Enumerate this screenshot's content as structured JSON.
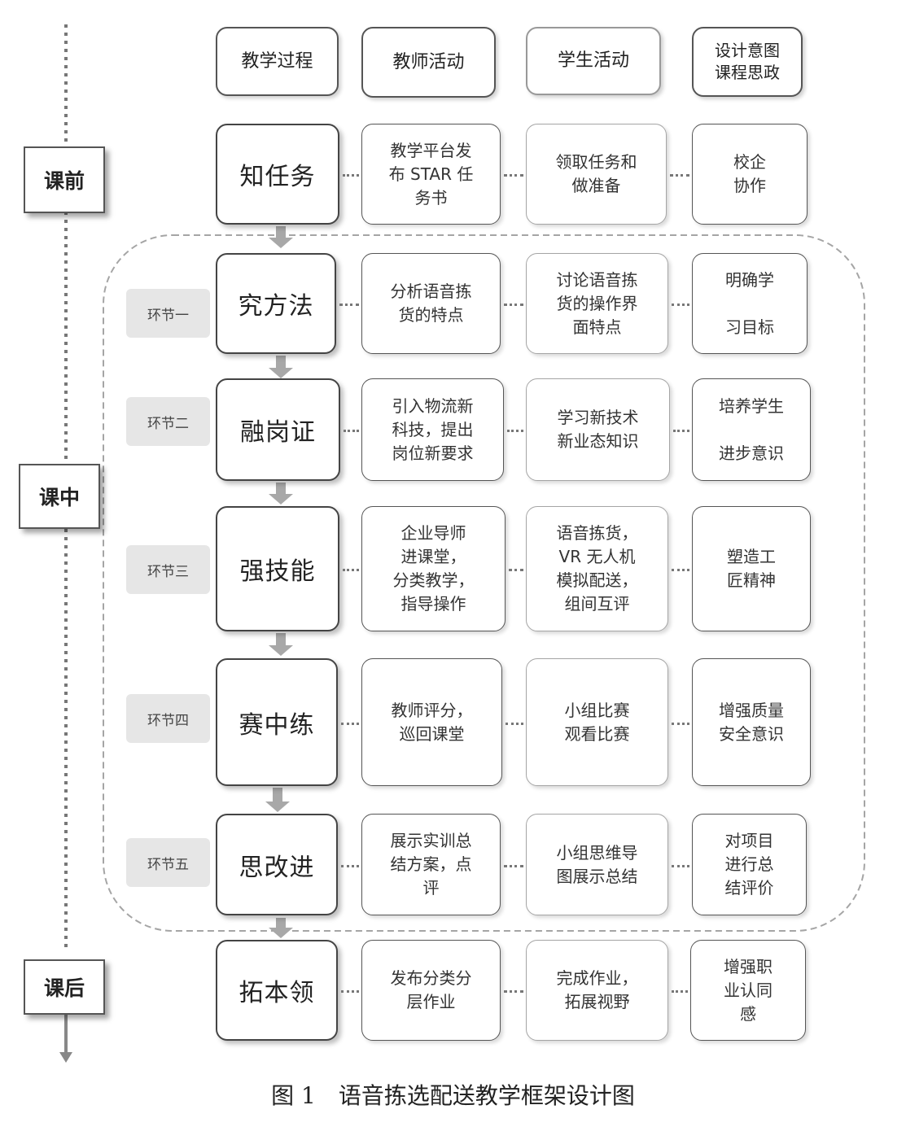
{
  "headers": {
    "process": "教学过程",
    "teacher": "教师活动",
    "student": "学生活动",
    "intent": "设计意图\n课程思政"
  },
  "phases": {
    "before": "课前",
    "during": "课中",
    "after": "课后"
  },
  "rows": [
    {
      "stage": "",
      "process": "知任务",
      "teacher": "教学平台发\n布 STAR 任\n务书",
      "student": "领取任务和\n做准备",
      "intent": "校企\n协作"
    },
    {
      "stage": "环节一",
      "process": "究方法",
      "teacher": "分析语音拣\n货的特点",
      "student": "讨论语音拣\n货的操作界\n面特点",
      "intent": "明确学\n\n习目标"
    },
    {
      "stage": "环节二",
      "process": "融岗证",
      "teacher": "引入物流新\n科技，提出\n岗位新要求",
      "student": "学习新技术\n新业态知识",
      "intent": "培养学生\n\n进步意识"
    },
    {
      "stage": "环节三",
      "process": "强技能",
      "teacher": "企业导师\n进课堂，\n分类教学，\n指导操作",
      "student": "语音拣货，\nVR 无人机\n模拟配送，\n组间互评",
      "intent": "塑造工\n匠精神"
    },
    {
      "stage": "环节四",
      "process": "赛中练",
      "teacher": "教师评分，\n巡回课堂",
      "student": "小组比赛\n观看比赛",
      "intent": "增强质量\n安全意识"
    },
    {
      "stage": "环节五",
      "process": "思改进",
      "teacher": "展示实训总\n结方案，点\n评",
      "student": "小组思维导\n图展示总结",
      "intent": "对项目\n进行总\n结评价"
    },
    {
      "stage": "",
      "process": "拓本领",
      "teacher": "发布分类分\n层作业",
      "student": "完成作业，\n拓展视野",
      "intent": "增强职\n业认同\n感"
    }
  ],
  "caption": "图 1　语音拣选配送教学框架设计图"
}
